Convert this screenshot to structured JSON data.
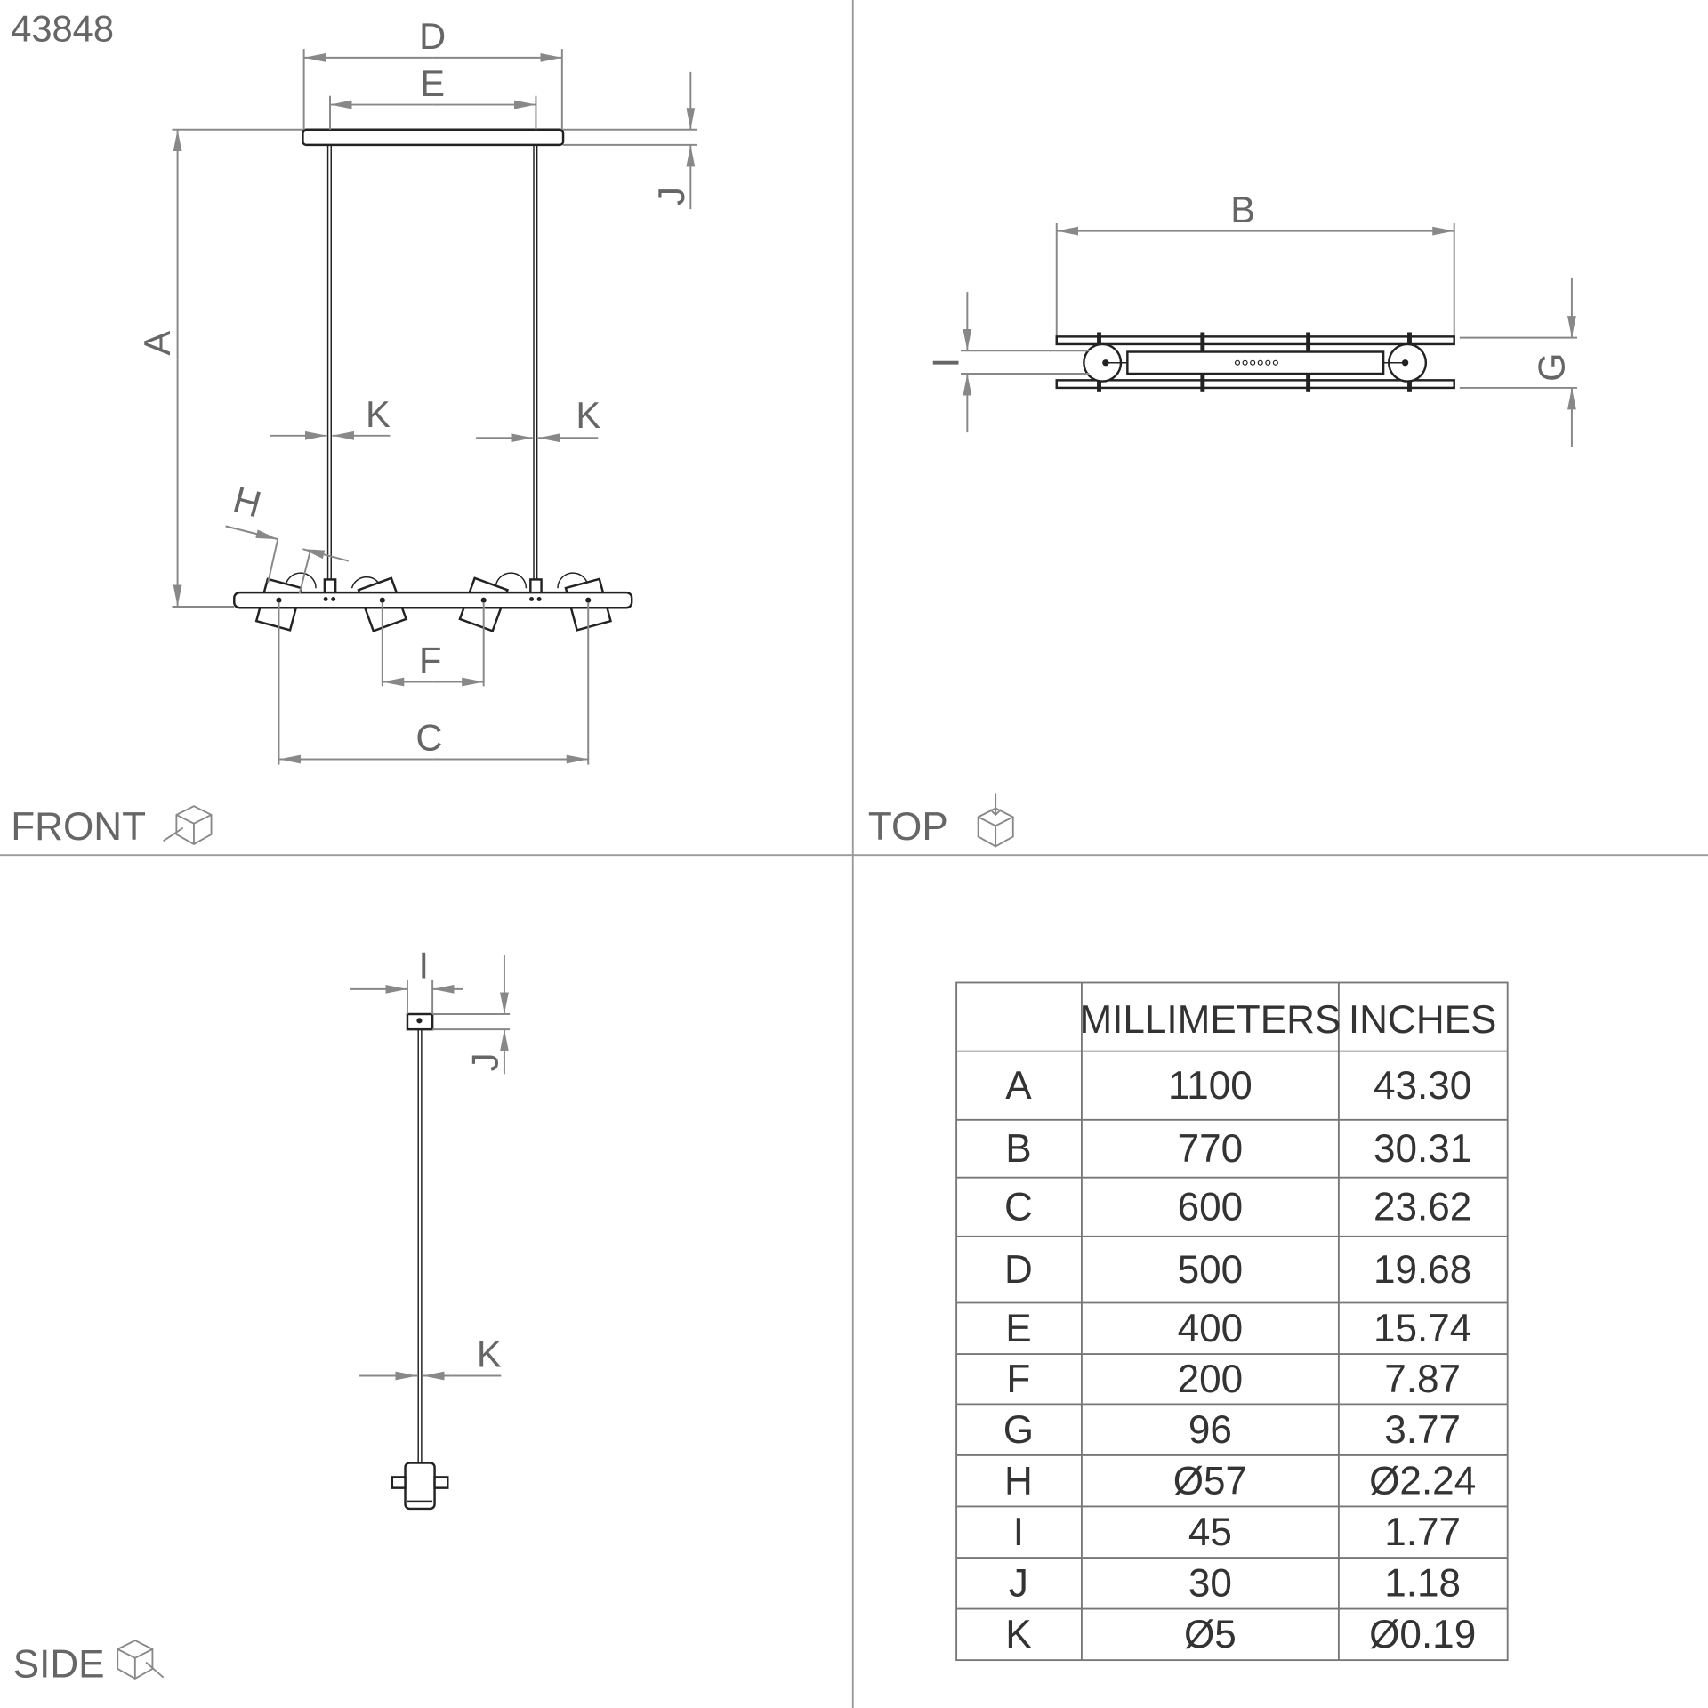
{
  "product_number": "43848",
  "views": {
    "front": "FRONT",
    "top": "TOP",
    "side": "SIDE"
  },
  "dim_labels": {
    "A": "A",
    "B": "B",
    "C": "C",
    "D": "D",
    "E": "E",
    "F": "F",
    "G": "G",
    "H": "H",
    "I": "I",
    "J": "J",
    "K": "K"
  },
  "table": {
    "headers": [
      "",
      "MILLIMETERS",
      "INCHES"
    ],
    "rows": [
      [
        "A",
        "1100",
        "43.30"
      ],
      [
        "B",
        "770",
        "30.31"
      ],
      [
        "C",
        "600",
        "23.62"
      ],
      [
        "D",
        "500",
        "19.68"
      ],
      [
        "E",
        "400",
        "15.74"
      ],
      [
        "F",
        "200",
        "7.87"
      ],
      [
        "G",
        "96",
        "3.77"
      ],
      [
        "H",
        "Ø57",
        "Ø2.24"
      ],
      [
        "I",
        "45",
        "1.77"
      ],
      [
        "J",
        "30",
        "1.18"
      ],
      [
        "K",
        "Ø5",
        "Ø0.19"
      ]
    ]
  }
}
